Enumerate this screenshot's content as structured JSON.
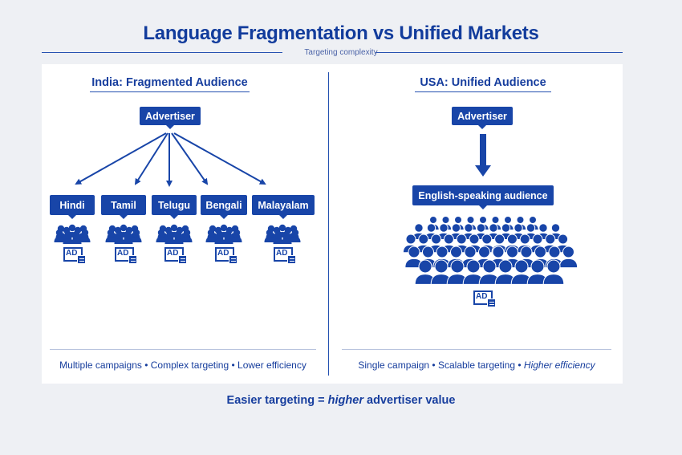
{
  "title": "Language Fragmentation vs Unified Markets",
  "subtitle": "Targeting complexity",
  "left": {
    "heading": "India: Fragmented Audience",
    "advertiser": "Advertiser",
    "languages": [
      "Hindi",
      "Tamil",
      "Telugu",
      "Bengali",
      "Malayalam"
    ],
    "ad_label": "AD",
    "footer_parts": [
      "Multiple campaigns",
      "Complex targeting",
      "Lower efficiency"
    ]
  },
  "right": {
    "heading": "USA: Unified Audience",
    "advertiser": "Advertiser",
    "audience": "English-speaking audience",
    "ad_label": "AD",
    "footer_parts": [
      "Single campaign",
      "Scalable targeting",
      "Higher efficiency"
    ]
  },
  "bottom": {
    "prefix": "Easier targeting = ",
    "emph": "higher",
    "suffix": " advertiser value"
  },
  "colors": {
    "primary": "#1845a8",
    "heading": "#173e9e",
    "background": "#eef0f4",
    "panel": "#ffffff"
  },
  "icons": [
    "people-group-icon",
    "crowd-icon",
    "ad-document-icon",
    "arrow-icon"
  ]
}
